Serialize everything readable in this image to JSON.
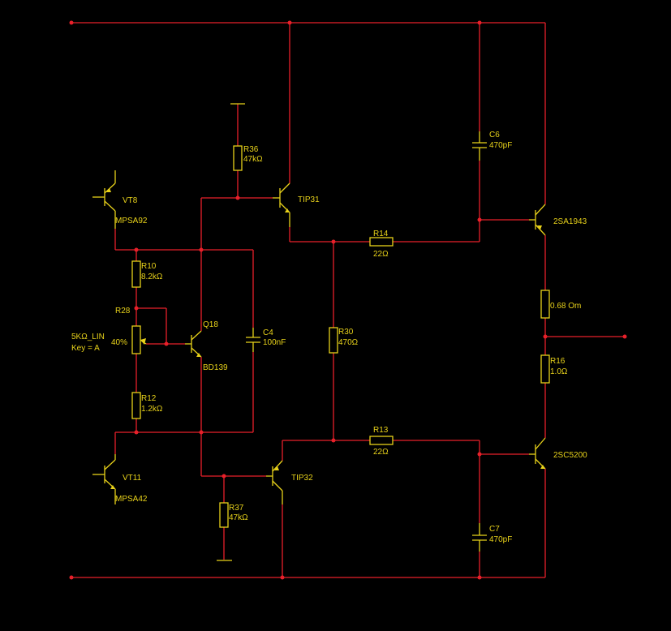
{
  "colors": {
    "background": "#000000",
    "wire": "#e8202a",
    "component": "#e8d21a"
  },
  "components": {
    "r36": {
      "ref": "R36",
      "value": "47kΩ"
    },
    "r37": {
      "ref": "R37",
      "value": "47kΩ"
    },
    "r10": {
      "ref": "R10",
      "value": "8.2kΩ"
    },
    "r12": {
      "ref": "R12",
      "value": "1.2kΩ"
    },
    "r14": {
      "ref": "R14",
      "value": "22Ω"
    },
    "r13": {
      "ref": "R13",
      "value": "22Ω"
    },
    "r30": {
      "ref": "R30",
      "value": "470Ω"
    },
    "r16": {
      "ref": "R16",
      "value": "1.0Ω"
    },
    "re_top": {
      "value": "0.68 Om"
    },
    "r28": {
      "ref": "R28",
      "value": "5KΩ_LIN",
      "key": "Key = A",
      "percent": "40%"
    },
    "c4": {
      "ref": "C4",
      "value": "100nF"
    },
    "c6": {
      "ref": "C6",
      "value": "470pF"
    },
    "c7": {
      "ref": "C7",
      "value": "470pF"
    },
    "vt8": {
      "ref": "VT8",
      "value": "MPSA92"
    },
    "vt11": {
      "ref": "VT11",
      "value": "MPSA42"
    },
    "q18": {
      "ref": "Q18",
      "value": "BD139"
    },
    "tip31": {
      "value": "TIP31"
    },
    "tip32": {
      "value": "TIP32"
    },
    "q_top": {
      "value": "2SA1943"
    },
    "q_bot": {
      "value": "2SC5200"
    }
  }
}
